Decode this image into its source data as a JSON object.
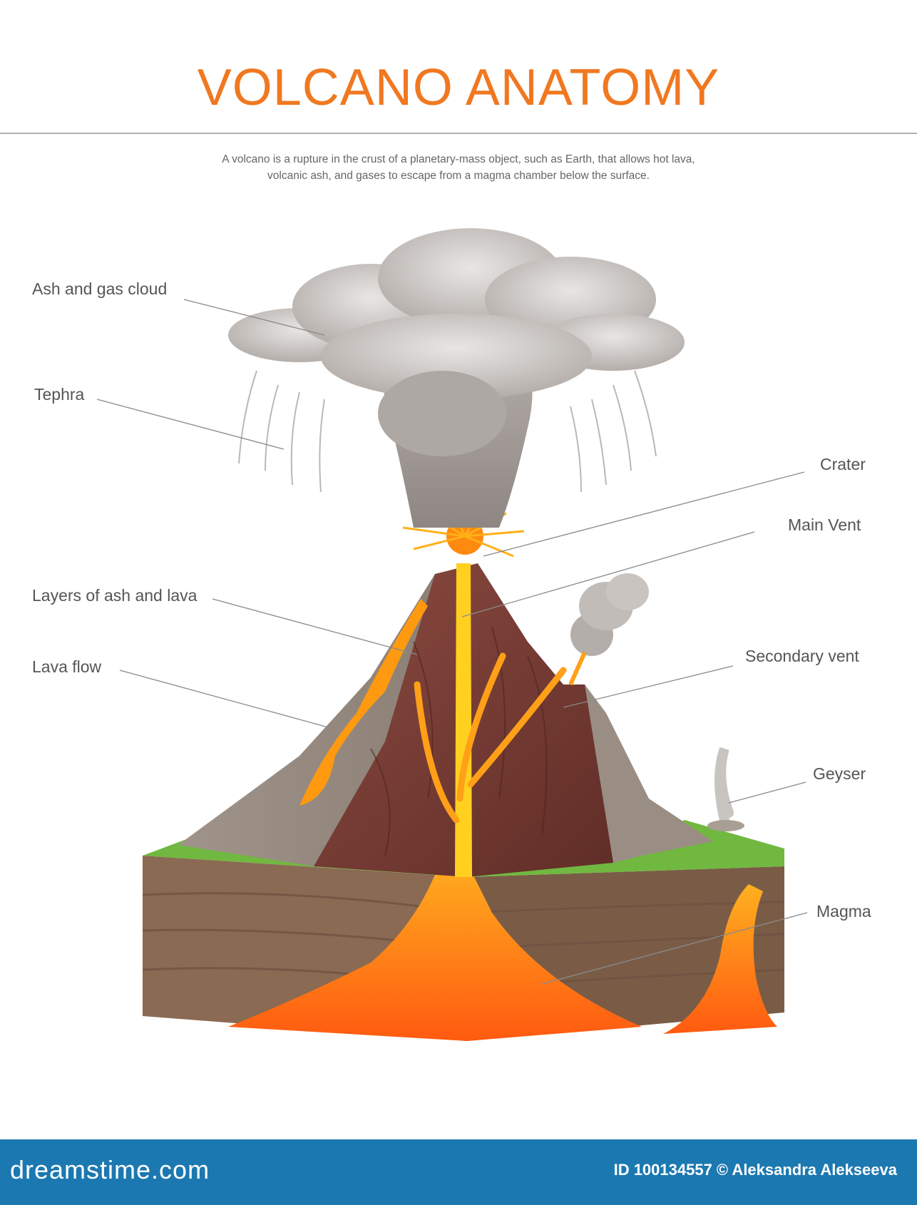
{
  "header": {
    "title": "VOLCANO ANATOMY",
    "description_line1": "A volcano is a rupture in the crust of a planetary-mass object, such as Earth, that allows hot lava,",
    "description_line2": "volcanic ash, and gases to escape from a magma chamber below the surface."
  },
  "labels": {
    "ash_cloud": "Ash and gas cloud",
    "tephra": "Tephra",
    "crater": "Crater",
    "main_vent": "Main Vent",
    "layers": "Layers of ash and lava",
    "secondary_vent": "Secondary vent",
    "lava_flow": "Lava flow",
    "geyser": "Geyser",
    "magma": "Magma"
  },
  "footer": {
    "logo": "dreamstime.com",
    "credit": "ID 100134557 © Aleksandra Alekseeva"
  },
  "colors": {
    "title": "#f07820",
    "footer_bg": "#1c78b0",
    "label_text": "#555555",
    "leader_line": "#8a8a8a",
    "lava": "#ff8a10",
    "lava_bright": "#ffd020",
    "rock": "#7a3c34",
    "soil": "#8a6a50",
    "grass": "#70b840",
    "cloud": "#c8c4c0"
  }
}
